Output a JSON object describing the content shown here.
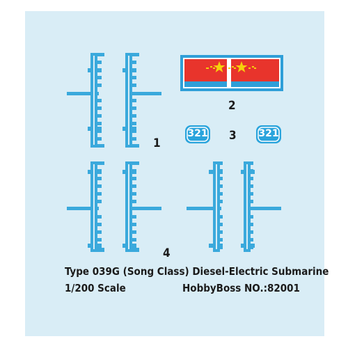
{
  "decals": {
    "decal_1_number": "1",
    "decal_2_number": "2",
    "decal_3_number": "3",
    "decal_4_number": "4",
    "badge_left_text": "321",
    "badge_right_text": "321"
  },
  "caption": {
    "line1": "Type 039G (Song Class) Diesel-Electric Submarine",
    "line2_left": "1/200  Scale",
    "line2_right": "HobbyBoss  NO.:82001"
  },
  "colors": {
    "sheet_background": "#d9edf6",
    "draft_mark_blue": "#3aa9dc",
    "flag_red": "#e8342c",
    "flag_blue_border": "#2f9fd8",
    "star_yellow": "#f5d10b",
    "badge_blue": "#2aa4dc"
  }
}
